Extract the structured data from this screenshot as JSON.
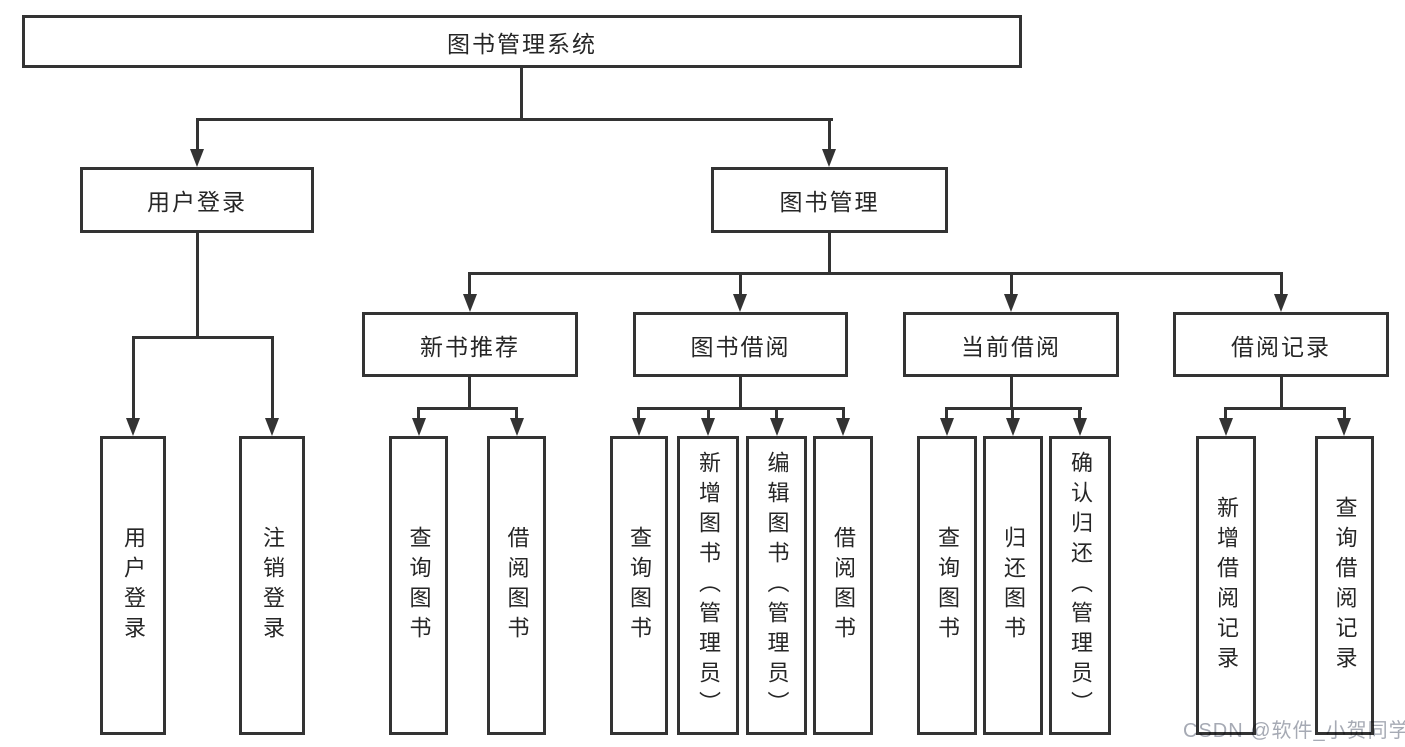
{
  "colors": {
    "background": "#ffffff",
    "line": "#333333",
    "box_border": "#333333",
    "text": "#262626",
    "watermark": "#a6aab4"
  },
  "root": {
    "label": "图书管理系统"
  },
  "level2": [
    {
      "id": "user-login",
      "label": "用户登录"
    },
    {
      "id": "book-management",
      "label": "图书管理"
    }
  ],
  "level3": [
    {
      "id": "new-book-recommend",
      "label": "新书推荐"
    },
    {
      "id": "book-borrowing",
      "label": "图书借阅"
    },
    {
      "id": "current-borrowing",
      "label": "当前借阅"
    },
    {
      "id": "borrowing-records",
      "label": "借阅记录"
    }
  ],
  "leaves": [
    {
      "id": "user-login-leaf",
      "label": "用户登录"
    },
    {
      "id": "logout",
      "label": "注销登录"
    },
    {
      "id": "query-books-recommend",
      "label": "查询图书"
    },
    {
      "id": "borrow-books-recommend",
      "label": "借阅图书"
    },
    {
      "id": "query-books-borrowing",
      "label": "查询图书"
    },
    {
      "id": "add-books-admin",
      "label": "新增图书（管理员）"
    },
    {
      "id": "edit-books-admin",
      "label": "编辑图书（管理员）"
    },
    {
      "id": "borrow-books-borrowing",
      "label": "借阅图书"
    },
    {
      "id": "query-books-current",
      "label": "查询图书"
    },
    {
      "id": "return-books",
      "label": "归还图书"
    },
    {
      "id": "confirm-return-admin",
      "label": "确认归还（管理员）"
    },
    {
      "id": "add-borrow-record",
      "label": "新增借阅记录"
    },
    {
      "id": "query-borrow-record",
      "label": "查询借阅记录"
    }
  ],
  "watermark": {
    "text": "CSDN @软件_小贺同学"
  }
}
